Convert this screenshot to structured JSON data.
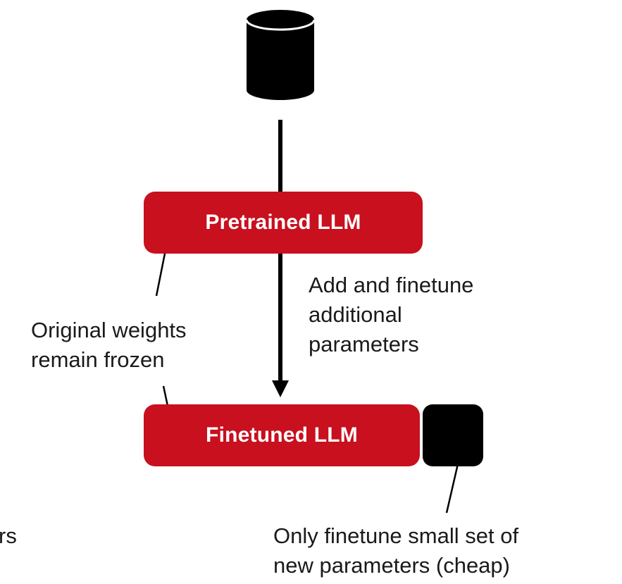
{
  "colors": {
    "box": "#c8101e",
    "dark": "#000000",
    "text": "#1a1a1a"
  },
  "icons": {
    "database": "database-cylinder-icon",
    "new_params": "parameter-block-icon"
  },
  "boxes": {
    "pretrained": "Pretrained LLM",
    "finetuned": "Finetuned LLM"
  },
  "annotations": {
    "step_lines": [
      "Add and finetune",
      "additional",
      "parameters"
    ],
    "frozen_lines": [
      "Original weights",
      "remain frozen"
    ],
    "cheap_lines": [
      "Only finetune small set of",
      "new parameters (cheap)"
    ],
    "cut_fragment": "rs"
  }
}
